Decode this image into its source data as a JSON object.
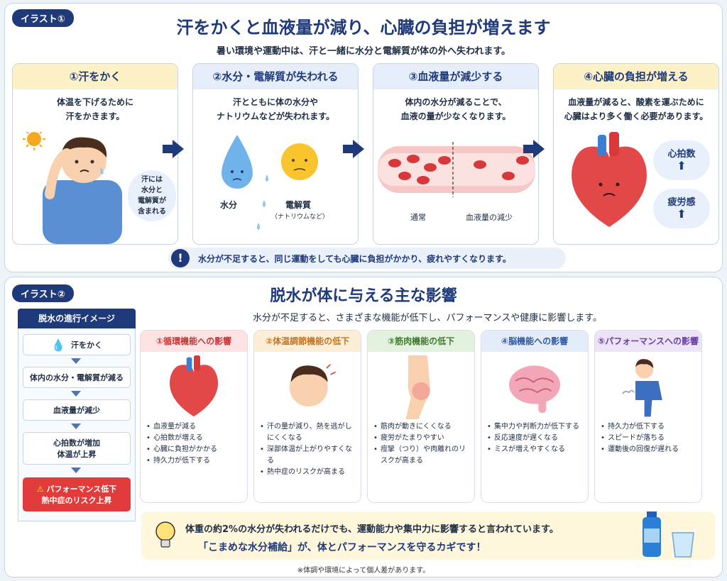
{
  "section1": {
    "tag": "イラスト①",
    "title": "汗をかくと血液量が減り、心臓の負担が増えます",
    "subtitle": "暑い環境や運動中は、汗と一緒に水分と電解質が体の外へ失われます。",
    "steps": [
      {
        "title": "①汗をかく",
        "line1": "体温を下げるために",
        "line2": "汗をかきます。",
        "bubble": [
          "汗には",
          "水分と",
          "電解質が",
          "含まれる"
        ]
      },
      {
        "title": "②水分・電解質が失われる",
        "line1": "汗とともに体の水分や",
        "line2": "ナトリウムなどが失われます。",
        "label_water": "水分",
        "label_elec": "電解質",
        "label_elec_sub": "（ナトリウムなど）"
      },
      {
        "title": "③血液量が減少する",
        "line1": "体内の水分が減ることで、",
        "line2": "血液の量が少なくなります。",
        "label_normal": "通常",
        "label_reduced": "血液量の減少"
      },
      {
        "title": "④心臓の負担が増える",
        "line1": "血液量が減ると、酸素を運ぶために",
        "line2": "心臓はより多く働く必要があります。",
        "badge1": "心拍数",
        "badge2": "疲労感"
      }
    ],
    "note": "水分が不足すると、同じ運動をしても心臓に負担がかかり、疲れやすくなります。"
  },
  "section2": {
    "tag": "イラスト②",
    "title": "脱水が体に与える主な影響",
    "subtitle": "水分が不足すると、さまざまな機能が低下し、パフォーマンスや健康に影響します。",
    "progress": {
      "title": "脱水の進行イメージ",
      "items": [
        "汗をかく",
        "体内の水分・電解質が減る",
        "血液量が減少",
        "心拍数が増加",
        "体温が上昇"
      ],
      "alert1": "パフォーマンス低下",
      "alert2": "熱中症のリスク上昇"
    },
    "effects": [
      {
        "title": "①循環機能への影響",
        "items": [
          "血液量が減る",
          "心拍数が増える",
          "心臓に負担がかかる",
          "持久力が低下する"
        ]
      },
      {
        "title": "②体温調節機能の低下",
        "items": [
          "汗の量が減り、熱を逃がしにくくなる",
          "深部体温が上がりやすくなる",
          "熱中症のリスクが高まる"
        ]
      },
      {
        "title": "③筋肉機能の低下",
        "items": [
          "筋肉が動きにくくなる",
          "疲労がたまりやすい",
          "痙攣（つり）や肉離れのリスクが高まる"
        ]
      },
      {
        "title": "④脳機能への影響",
        "items": [
          "集中力や判断力が低下する",
          "反応速度が遅くなる",
          "ミスが増えやすくなる"
        ]
      },
      {
        "title": "⑤パフォーマンスへの影響",
        "items": [
          "持久力が低下する",
          "スピードが落ちる",
          "運動後の回復が遅れる"
        ]
      }
    ],
    "tip1": "体重の約2%の水分が失われるだけでも、運動能力や集中力に影響すると言われています。",
    "tip2": "「こまめな水分補給」が、体とパフォーマンスを守るカギです！",
    "footnote": "※体調や環境によって個人差があります。"
  },
  "colors": {
    "navy": "#1f3a7a",
    "red": "#e23b3b",
    "sky": "#4a9ee0"
  }
}
